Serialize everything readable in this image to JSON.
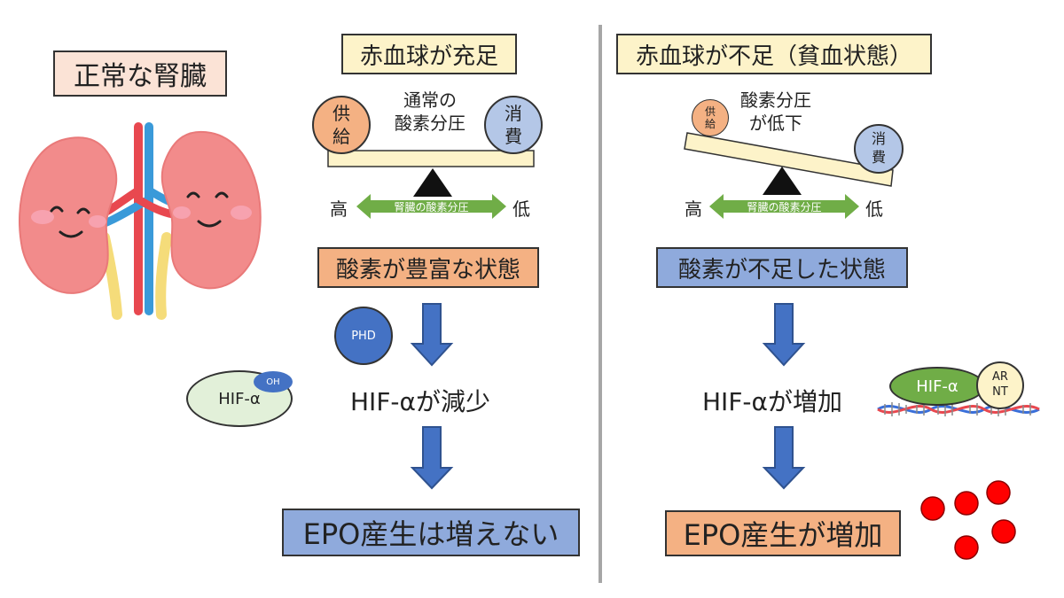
{
  "left": {
    "kidney_title": "正常な腎臓",
    "state_title": "赤血球が充足",
    "supply": "供\n給",
    "consume": "消\n費",
    "oxygen_label": "通常の\n酸素分圧",
    "high": "高",
    "low": "低",
    "arrow_label": "腎臓の酸素分圧",
    "condition": "酸素が豊富な状態",
    "phd": "PHD",
    "hif": "HIF-α",
    "oh": "OH",
    "hif_result": "HIF-αが減少",
    "epo_result": "EPO産生は増えない"
  },
  "right": {
    "state_title": "赤血球が不足（貧血状態）",
    "supply": "供\n給",
    "consume": "消\n費",
    "oxygen_label": "酸素分圧\nが低下",
    "high": "高",
    "low": "低",
    "arrow_label": "腎臓の酸素分圧",
    "condition": "酸素が不足した状態",
    "hif": "HIF-α",
    "arnt": "AR\nNT",
    "hif_result": "HIF-αが増加",
    "epo_result": "EPO産生が増加"
  },
  "colors": {
    "cream": "#fdf3c9",
    "peach_title": "#fbe3d6",
    "orange": "#f4b183",
    "blue_box": "#8faadc",
    "green": "#70ad47",
    "hif_green": "#e2f0d9",
    "phd_blue": "#4472c4",
    "red_cell": "#ff0000"
  }
}
